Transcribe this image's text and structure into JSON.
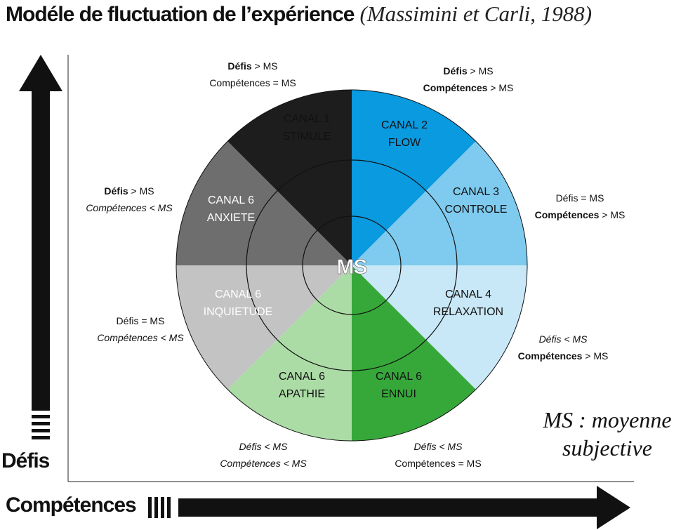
{
  "title": {
    "main": "Modéle de fluctuation de l’expérience",
    "citation": "(Massimini et Carli, 1988)"
  },
  "axes": {
    "y_label": "Défis",
    "x_label": "Compétences"
  },
  "center_label": "MS",
  "legend": {
    "line1": "MS : moyenne",
    "line2": "subjective"
  },
  "channels": [
    {
      "line1": "CANAL 1",
      "line2": "STIMULE",
      "color": "#0a9ae0"
    },
    {
      "line1": "CANAL 2",
      "line2": "FLOW",
      "color": "#7fcbef"
    },
    {
      "line1": "CANAL 3",
      "line2": "CONTROLE",
      "color": "#c9e8f7"
    },
    {
      "line1": "CANAL 4",
      "line2": "RELAXATION",
      "color": "#36a83a"
    },
    {
      "line1": "CANAL 6",
      "line2": "ENNUI",
      "color": "#acdca6"
    },
    {
      "line1": "CANAL 6",
      "line2": "APATHIE",
      "color": "#c3c3c3"
    },
    {
      "line1": "CANAL 6",
      "line2": "INQUIETUDE",
      "color": "#6e6e6e"
    },
    {
      "line1": "CANAL 6",
      "line2": "ANXIETE",
      "color": "#1d1d1d"
    }
  ],
  "conditions": [
    {
      "defis_word": "Défis",
      "defis_rel": "> MS",
      "comp_word": "Compétences",
      "comp_rel": "= MS"
    },
    {
      "defis_word": "Défis",
      "defis_rel": "> MS",
      "comp_word": "Compétences",
      "comp_rel": "> MS"
    },
    {
      "defis_word": "Défis",
      "defis_rel": "= MS",
      "comp_word": "Compétences",
      "comp_rel": "> MS"
    },
    {
      "defis_word": "Défis",
      "defis_rel": "< MS",
      "comp_word": "Compétences",
      "comp_rel": "> MS"
    },
    {
      "defis_word": "Défis",
      "defis_rel": "< MS",
      "comp_word": "Compétences",
      "comp_rel": "= MS"
    },
    {
      "defis_word": "Défis",
      "defis_rel": "< MS",
      "comp_word": "Compétences",
      "comp_rel": "< MS"
    },
    {
      "defis_word": "Défis",
      "defis_rel": "= MS",
      "comp_word": "Compétences",
      "comp_rel": "< MS"
    },
    {
      "defis_word": "Défis",
      "defis_rel": "> MS",
      "comp_word": "Compétences",
      "comp_rel": "< MS"
    }
  ]
}
